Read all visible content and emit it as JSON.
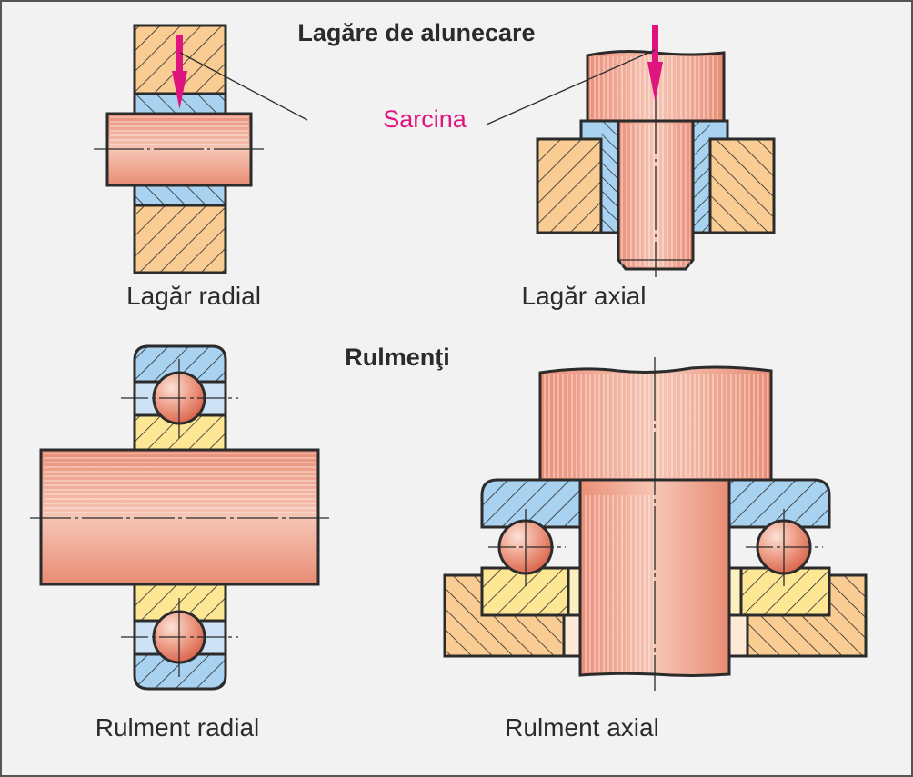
{
  "titles": {
    "sliding_bearings": "Lagăre de alunecare",
    "rolling_bearings": "Rulmenţi"
  },
  "annotation": {
    "load": "Sarcina"
  },
  "captions": {
    "radial_plain": "Lagăr radial",
    "axial_plain": "Lagăr axial",
    "radial_rolling": "Rulment radial",
    "axial_rolling": "Rulment axial"
  },
  "colors": {
    "housing": "#f9cc93",
    "bushing": "#a8d2f0",
    "race_light": "#cde3f5",
    "inner_race": "#fde795",
    "shaft": "#ec9c86",
    "shaft_light": "#f6c6b5",
    "load_arrow": "#e0147f",
    "outline": "#2b2b2b",
    "background": "#f2f2f2"
  }
}
